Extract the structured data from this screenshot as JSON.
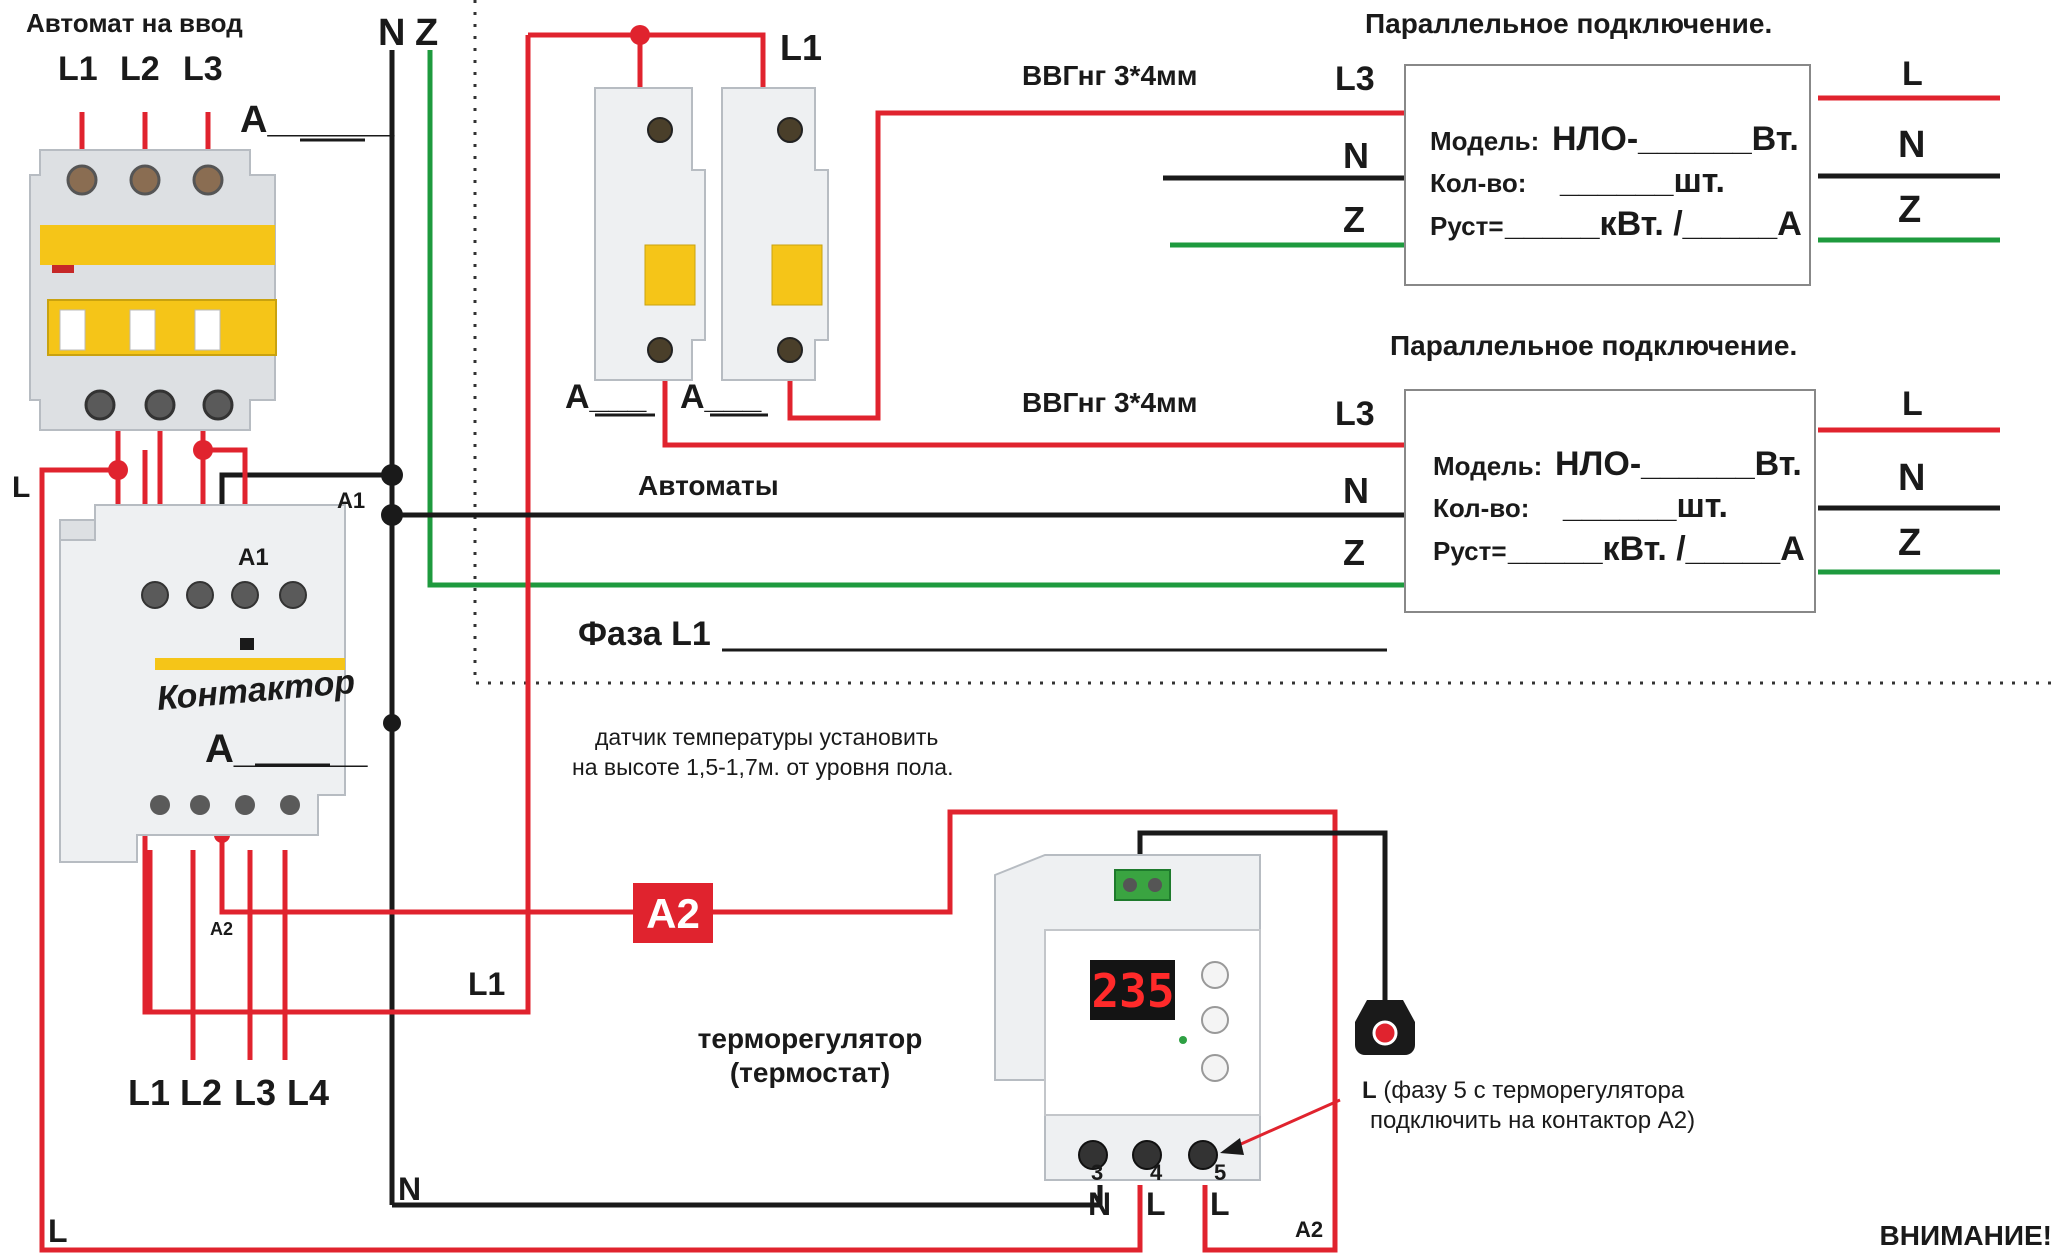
{
  "colors": {
    "phase": "#e0232e",
    "neutral": "#1a1a1a",
    "ground": "#1e9a3e",
    "accent": "#f5c518"
  },
  "input_breaker": {
    "title": "Автомат на ввод",
    "poles": [
      "L1",
      "L2",
      "L3"
    ],
    "amp_label": "A______"
  },
  "bus_labels": {
    "n": "N",
    "z": "Z"
  },
  "branch_breakers": {
    "feed_label": "L1",
    "amp_labels": [
      "A___",
      "A___"
    ],
    "caption": "Автоматы"
  },
  "panels": [
    {
      "title": "Параллельное подключение.",
      "cable": "ВВГнг 3*4мм",
      "in_labels": [
        "L3",
        "N",
        "Z"
      ],
      "out_labels": [
        "L",
        "N",
        "Z"
      ],
      "model_label": "Модель:",
      "model_value": "НЛО-______Вт.",
      "qty_label": "Кол-во:",
      "qty_value": "______шт.",
      "power_label": "Руст=",
      "power_value": "_____кВт. /_____А"
    },
    {
      "title": "Параллельное подключение.",
      "cable": "ВВГнг 3*4мм",
      "in_labels": [
        "L3",
        "N",
        "Z"
      ],
      "out_labels": [
        "L",
        "N",
        "Z"
      ],
      "model_label": "Модель:",
      "model_value": "НЛО-______Вт.",
      "qty_label": "Кол-во:",
      "qty_value": "______шт.",
      "power_label": "Руст=",
      "power_value": "_____кВт. /_____А"
    }
  ],
  "phase_note": "Фаза L1",
  "contactor": {
    "name": "Контактор",
    "amp_label": "A______",
    "a1": "A1",
    "a2": "A2",
    "outputs": [
      "L1",
      "L2",
      "L3",
      "L4"
    ]
  },
  "sensor_note": {
    "line1": "датчик температуры установить",
    "line2": "на высоте 1,5-1,7м. от уровня пола."
  },
  "a2_badge": "A2",
  "thermostat": {
    "caption_line1": "терморегулятор",
    "caption_line2": "(термостат)",
    "display": "235",
    "terminals": [
      "3",
      "4",
      "5"
    ],
    "terminal_labels": [
      "N",
      "L",
      "L"
    ]
  },
  "wire_labels": {
    "left_l": "L",
    "a1": "A1",
    "l1": "L1",
    "bottom_n": "N",
    "bottom_l": "L",
    "bottom_a2": "A2"
  },
  "thermo_note": {
    "prefix": "L",
    "line1": " (фазу 5 с терморегулятора",
    "line2": "подключить на контактор А2)"
  },
  "warning": "ВНИМАНИЕ!"
}
